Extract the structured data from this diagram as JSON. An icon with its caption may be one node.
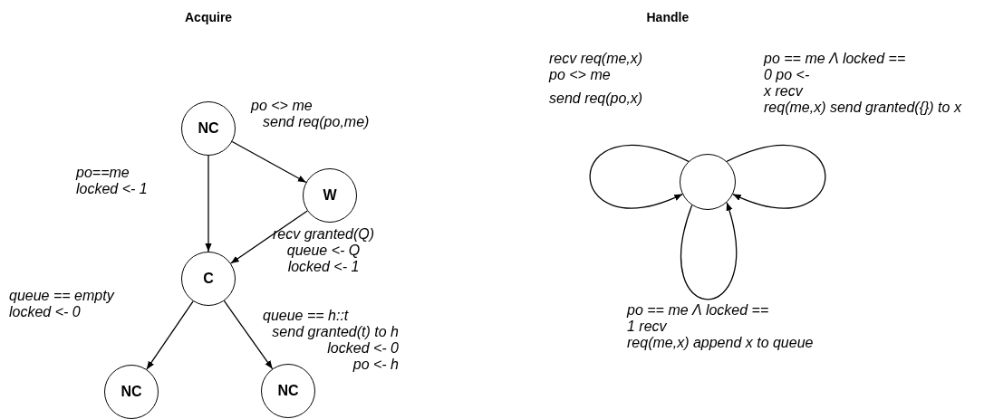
{
  "diagram": {
    "nodes": [
      {
        "text": [
          "NC"
        ]
      },
      {
        "text": [
          "W"
        ]
      },
      {
        "text": [
          "C"
        ]
      },
      {
        "text": [
          "NC"
        ]
      },
      {
        "text": [
          "NC"
        ]
      },
      {
        "text": [],
        "shape": "circle"
      }
    ],
    "edges": [
      {
        "from": 0,
        "to": 1,
        "arrow": "to",
        "label": "po <> me send req(po,me)"
      },
      {
        "from": 0,
        "to": 2,
        "arrow": "to",
        "label": "po==me locked <- 1"
      },
      {
        "from": 1,
        "to": 2,
        "arrow": "to",
        "label": "recv granted(Q) queue <- Q locked <- 1"
      },
      {
        "from": 2,
        "to": 3,
        "arrow": "to",
        "label": "queue == empty locked <- 0"
      },
      {
        "from": 2,
        "to": 4,
        "arrow": "to",
        "label": "queue == h::t send granted(t) to h locked <- 0 po <- h"
      },
      {
        "from": 5,
        "to": 5,
        "arrow": "to",
        "label": "recv req(me,x) po <> me send req(po,x)"
      },
      {
        "from": 5,
        "to": 5,
        "arrow": "to",
        "label": "po == me Λ locked == 0 po <- x recv req(me,x) send granted({}) to x"
      },
      {
        "from": 5,
        "to": 5,
        "arrow": "to",
        "label": "po == me Λ locked == 1 recv req(me,x) append x to queue"
      }
    ],
    "labels": [
      "Acquire",
      "Handle"
    ]
  }
}
